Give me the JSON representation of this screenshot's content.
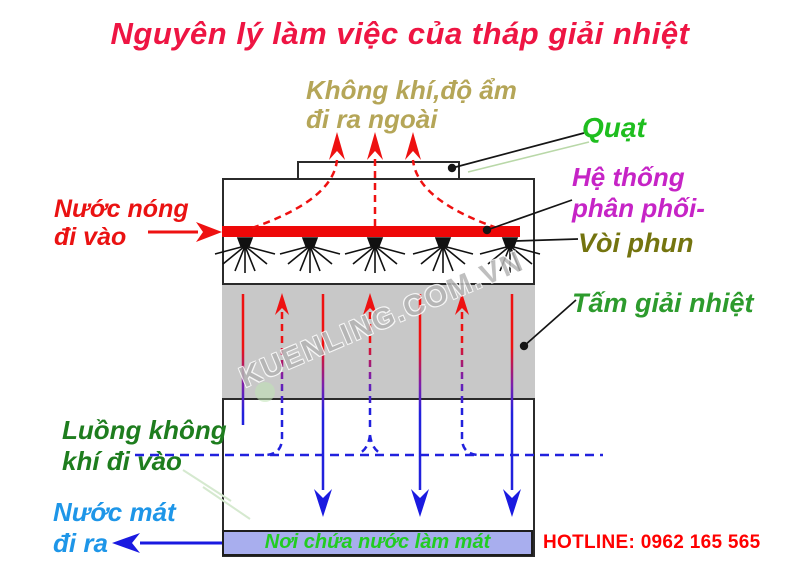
{
  "title": "Nguyên lý làm việc của tháp giải nhiệt",
  "watermark": "KUENLING.COM.VN",
  "labels": {
    "air_out": {
      "line1": "Không khí,độ ẩm",
      "line2": "đi ra ngoài"
    },
    "fan": "Quạt",
    "distribution": {
      "line1": "Hệ thống",
      "line2": "phân phối-"
    },
    "spray": "Vòi phun",
    "hot_water": {
      "line1": "Nước nóng",
      "line2": "đi vào"
    },
    "fill_media": "Tấm giải nhiệt",
    "air_in": {
      "line1": "Luồng không",
      "line2": "khí đi vào"
    },
    "cold_water": {
      "line1": "Nước mát",
      "line2": "đi ra"
    },
    "basin": "Nơi chứa nước làm mát",
    "hotline": "HOTLINE: 0962 165 565"
  },
  "colors": {
    "title": "#ee1543",
    "air_out_label": "#b5a658",
    "fan_label": "#1fbe1f",
    "distribution_label": "#c624c6",
    "spray_label": "#74740f",
    "hot_water_label": "#ea1212",
    "fill_media_label": "#2d9b2d",
    "air_in_label": "#1e7d1e",
    "cold_water_label": "#1e96e8",
    "basin_text": "#22cc22",
    "basin_fill": "#a8aeee",
    "hotline": "#ff0000",
    "hot_flow": "#ee1111",
    "cold_flow": "#2121dd",
    "fill_media_fill": "#c8c8c8",
    "pipe_red": "#ee0808"
  }
}
